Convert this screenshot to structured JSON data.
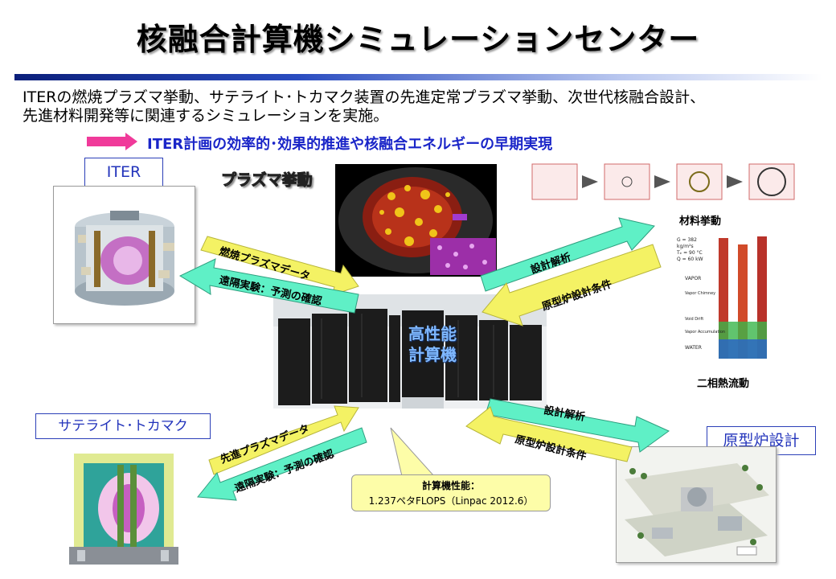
{
  "title": "核融合計算機シミュレーションセンター",
  "intro": {
    "line1": "ITERの燃焼プラズマ挙動、サテライト･トカマク装置の先進定常プラズマ挙動、次世代核融合設計、",
    "line2": "先進材料開発等に関連するシミュレーションを実施。"
  },
  "goal": "ITER計画の効率的･効果的推進や核融合エネルギーの早期実現",
  "labels": {
    "iter": "ITER",
    "satellite": "サテライト･トカマク",
    "demo": "原型炉設計",
    "plasma": "プラズマ挙動",
    "material": "材料挙動",
    "twophase": "二相熱流動",
    "hpc": "高性能\n計算機"
  },
  "arrows": {
    "burn_data": "燃焼プラズマデータ",
    "remote_iter": "遠隔実験：予測の確認",
    "adv_data": "先進プラズマデータ",
    "remote_sat": "遠隔実験：予測の確認",
    "design_top": "設計解析",
    "cond_top": "原型炉設計条件",
    "design_bottom": "設計解析",
    "cond_bottom": "原型炉設計条件"
  },
  "callout": {
    "line1": "計算機性能：",
    "line2": "1.237ペタFLOPS（Linpac 2012.6）"
  },
  "fig_small_text": {
    "g": "G = 382",
    "unit": "kg/m²s",
    "t": "Tₑ = 90 °C",
    "q": "Q = 60 kW",
    "vapor": "VAPOR",
    "chimney": "Vapor Chimney",
    "drift": "Void Drift",
    "accum": "Vapor Accumulation",
    "water": "WATER"
  },
  "colors": {
    "title_text": "#000000",
    "goal_text": "#1a25c8",
    "label_border": "#2b3fb8",
    "arrow_yellow": "#f4f264",
    "arrow_cyan": "#5ff0c6",
    "arrow_magenta": "#f03a9a",
    "callout_fill": "#fdfda8"
  },
  "icons": [
    "tokamak-icon",
    "supercomputer-icon",
    "plant-layout-icon",
    "plasma-torus-icon",
    "material-box-icon"
  ]
}
